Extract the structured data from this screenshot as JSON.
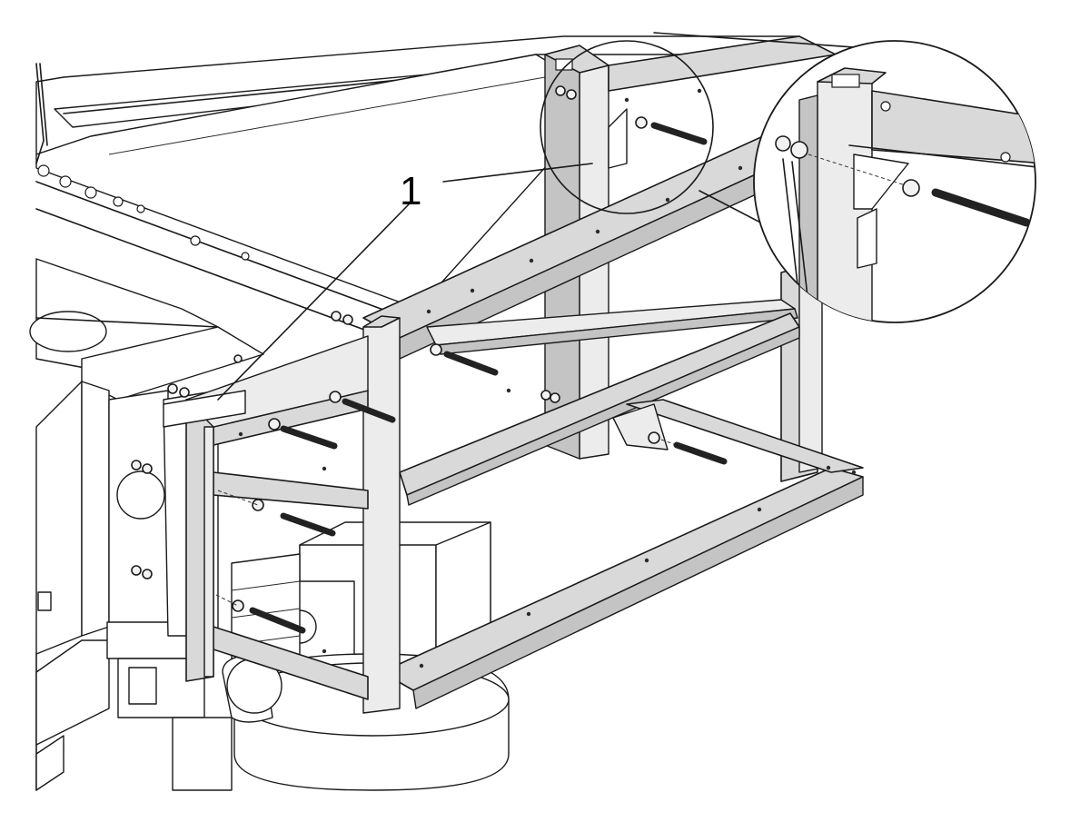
{
  "callouts": [
    {
      "label": "1"
    }
  ],
  "views": {
    "main": "frame-assembly",
    "detail": "detail-magnified"
  }
}
